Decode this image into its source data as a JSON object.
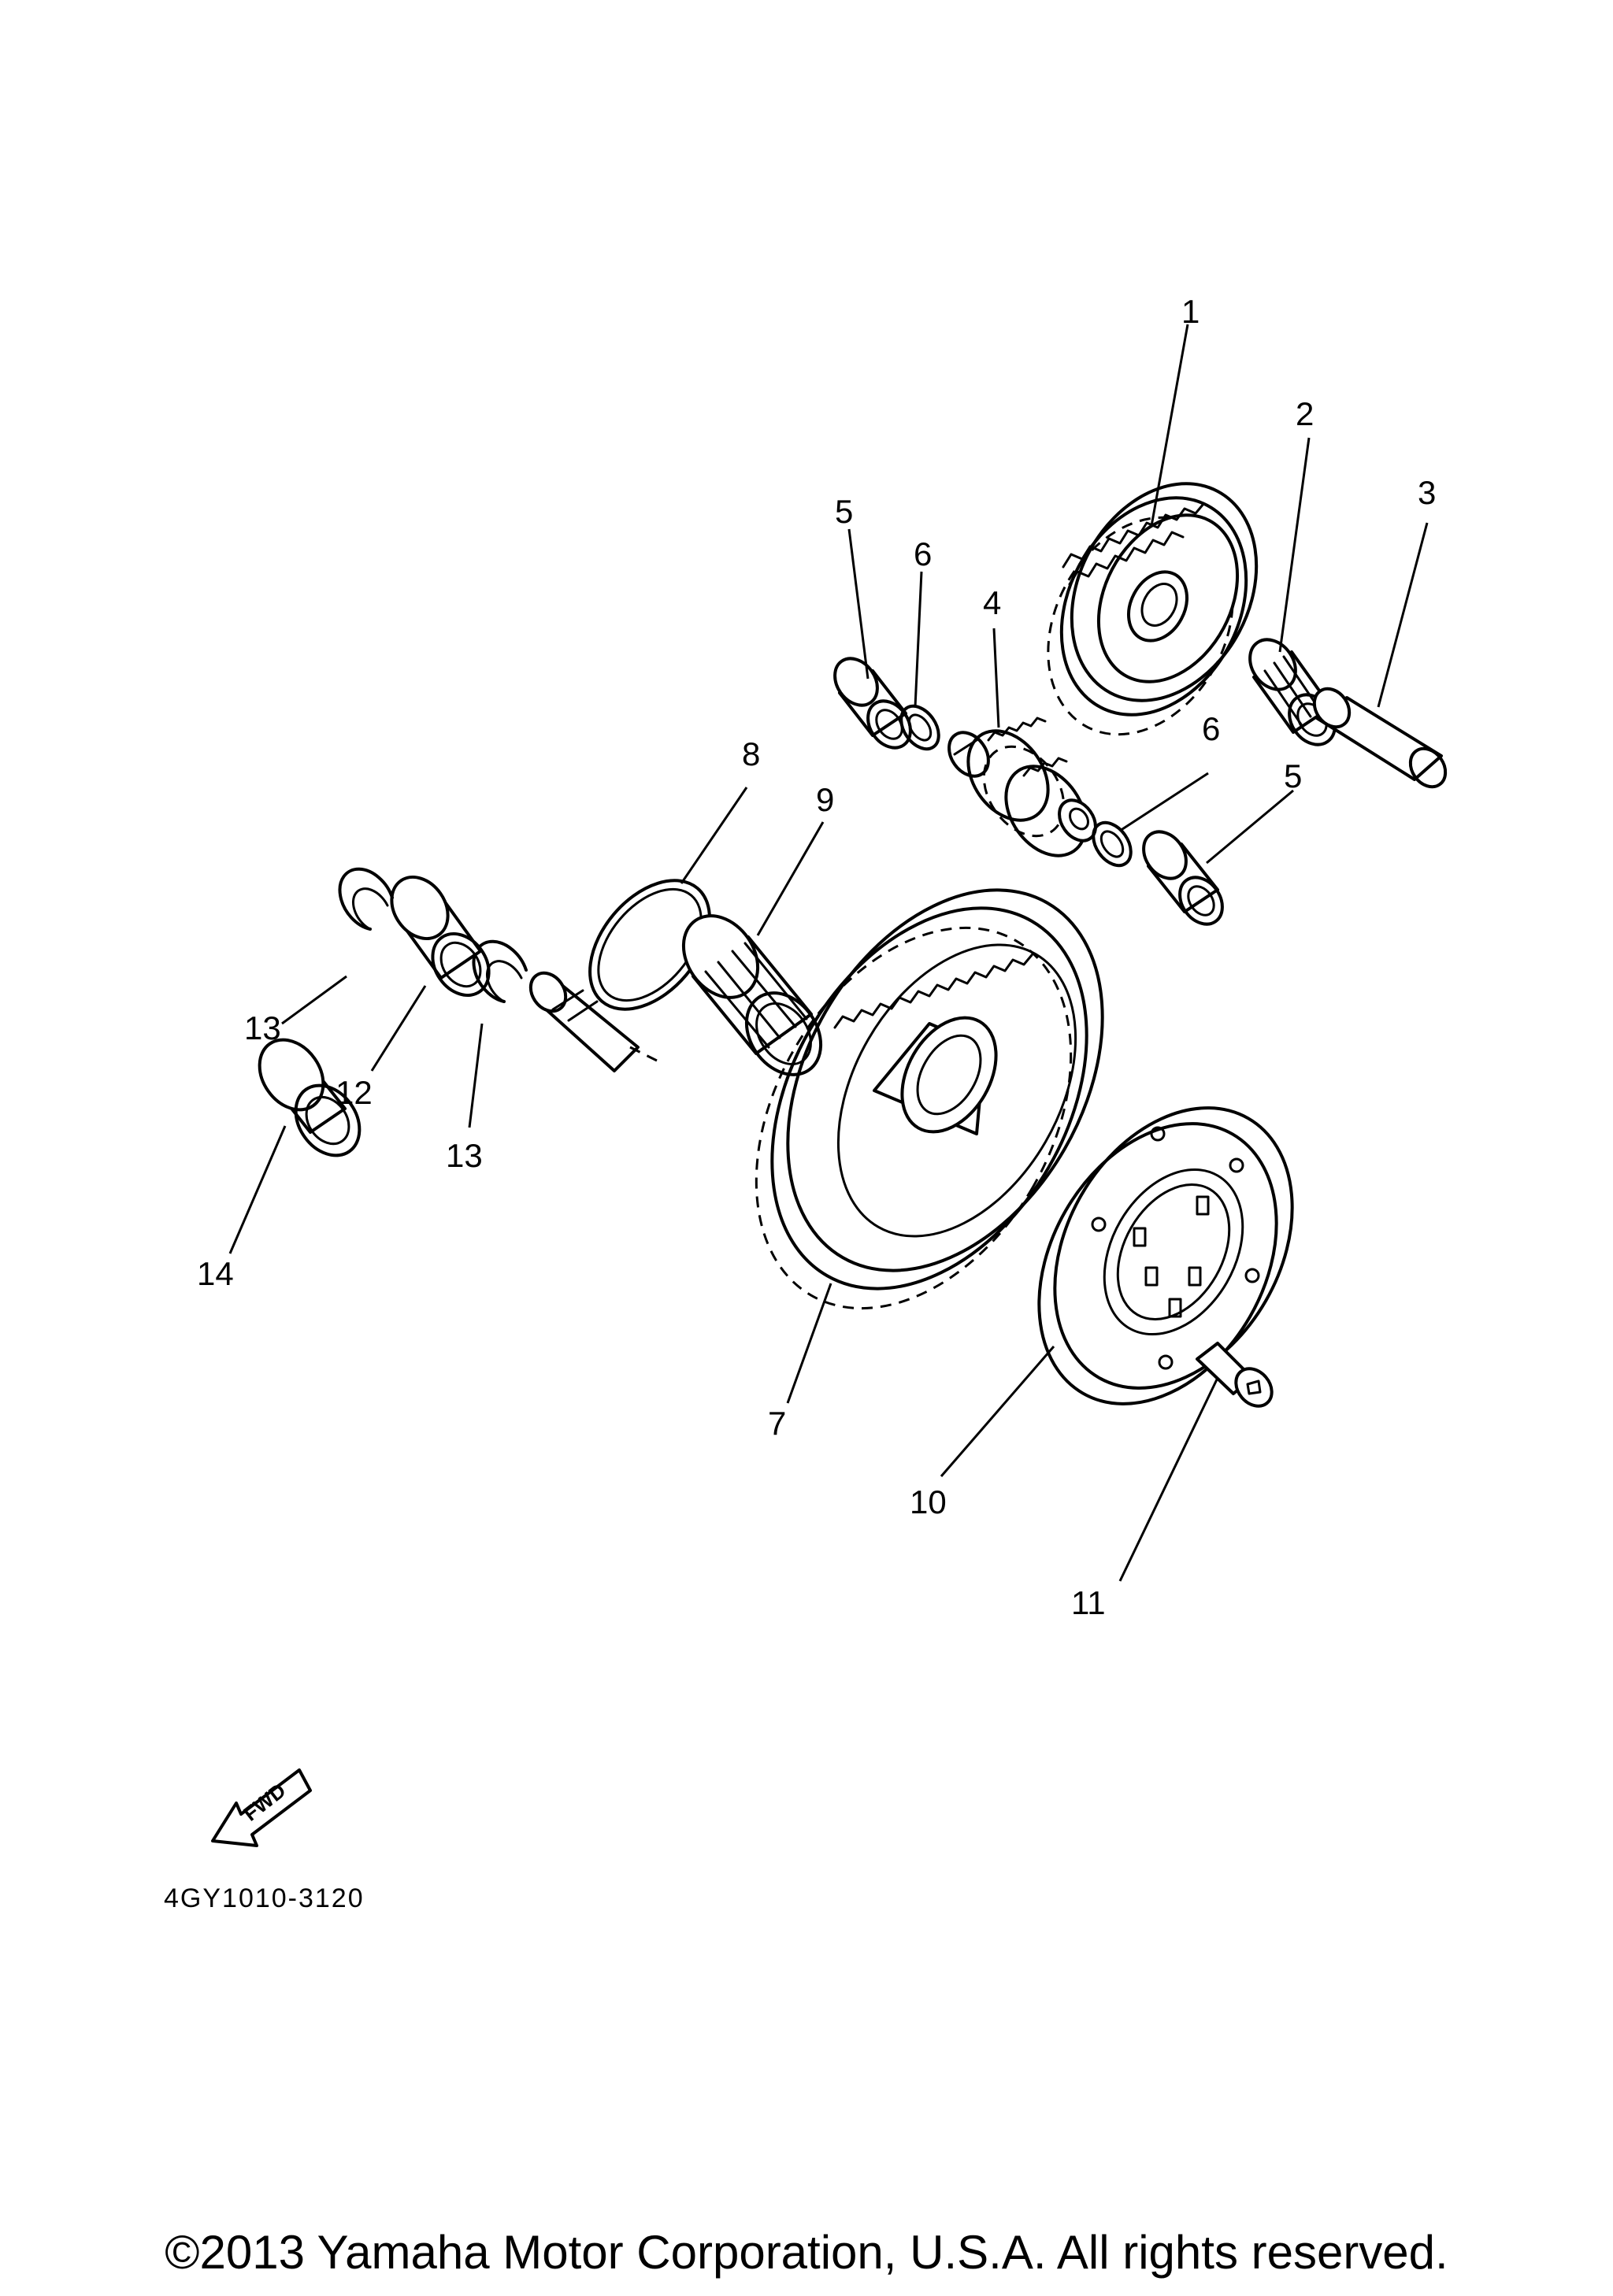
{
  "callouts": {
    "c1": "1",
    "c2": "2",
    "c3": "3",
    "c4": "4",
    "c5a": "5",
    "c5b": "5",
    "c6a": "6",
    "c6b": "6",
    "c7": "7",
    "c8": "8",
    "c9": "9",
    "c10": "10",
    "c11": "11",
    "c12": "12",
    "c13a": "13",
    "c13b": "13",
    "c14": "14"
  },
  "fwd_label": "FWD",
  "diagram_code": "4GY1010-3120",
  "copyright": "©2013 Yamaha Motor Corporation, U.S.A. All rights reserved."
}
